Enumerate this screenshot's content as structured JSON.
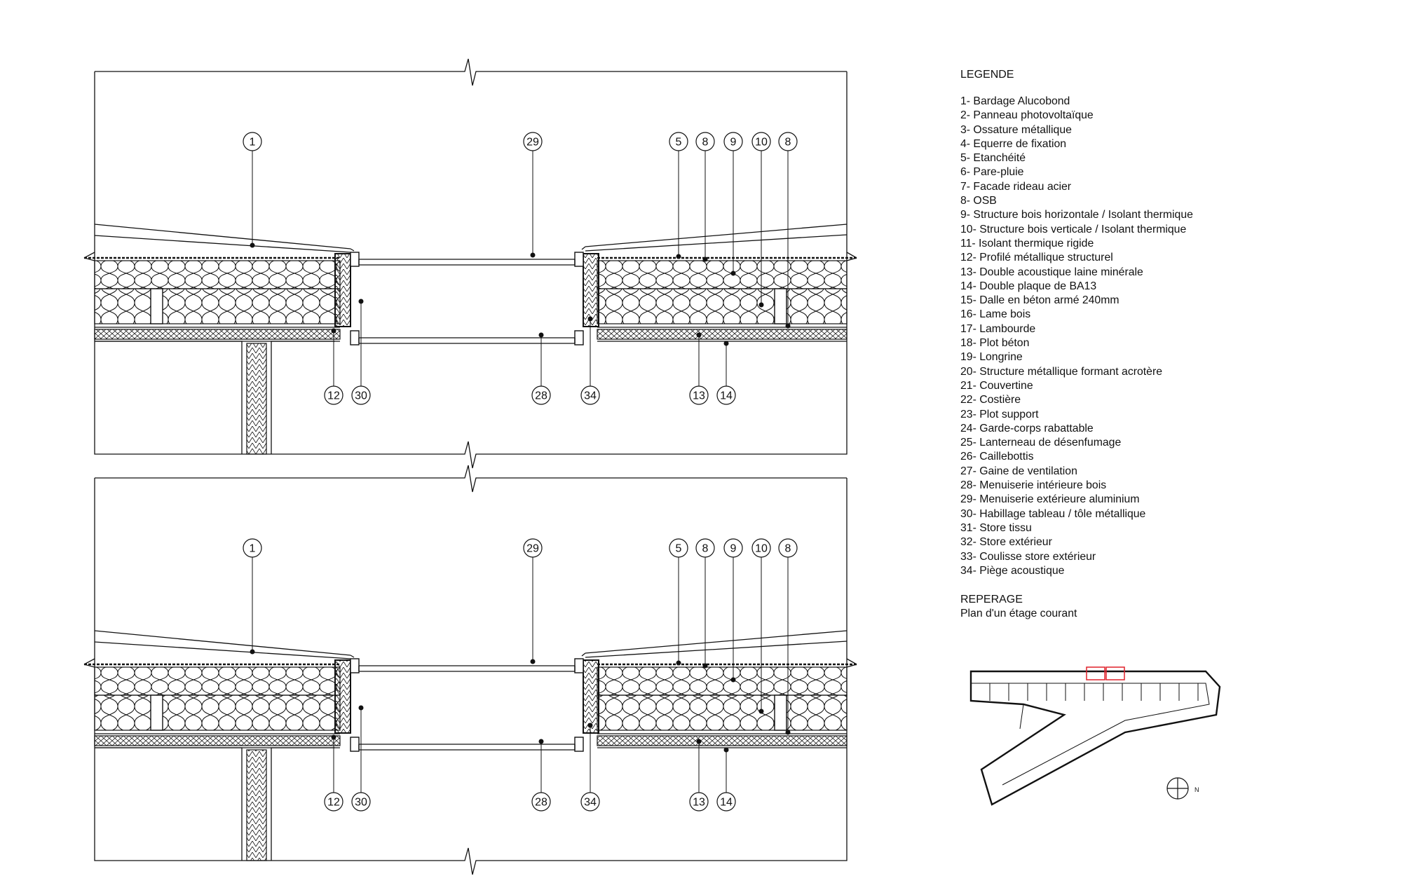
{
  "legend": {
    "title": "LEGENDE",
    "items": [
      "1- Bardage Alucobond",
      "2- Panneau photovoltaïque",
      "3- Ossature métallique",
      "4- Equerre de fixation",
      "5- Etanchéité",
      "6- Pare-pluie",
      "7- Facade rideau acier",
      "8- OSB",
      "9- Structure bois horizontale / Isolant thermique",
      "10- Structure bois verticale / Isolant thermique",
      "11- Isolant thermique rigide",
      "12- Profilé métallique structurel",
      "13- Double acoustique laine minérale",
      "14- Double plaque de BA13",
      "15- Dalle en béton armé 240mm",
      "16- Lame bois",
      "17- Lambourde",
      "18- Plot béton",
      "19- Longrine",
      "20- Structure métallique formant acrotère",
      "21- Couvertine",
      "22- Costière",
      "23- Plot support",
      "24- Garde-corps rabattable",
      "25- Lanterneau de désenfumage",
      "26- Caillebottis",
      "27- Gaine de ventilation",
      "28- Menuiserie intérieure bois",
      "29- Menuiserie extérieure aluminium",
      "30- Habillage tableau / tôle métallique",
      "31- Store tissu",
      "32- Store extérieur",
      "33- Coulisse store extérieur",
      "34- Piège acoustique"
    ]
  },
  "reperage": {
    "title": "REPERAGE",
    "subtitle": "Plan d'un étage courant",
    "north_label": "N"
  },
  "details": [
    {
      "name": "detail-top",
      "top_labels": [
        "1",
        "29",
        "5",
        "8",
        "9",
        "10",
        "8"
      ],
      "bottom_labels": [
        "12",
        "30",
        "28",
        "34",
        "13",
        "14"
      ]
    },
    {
      "name": "detail-bottom",
      "top_labels": [
        "1",
        "29",
        "5",
        "8",
        "9",
        "10",
        "8"
      ],
      "bottom_labels": [
        "12",
        "30",
        "28",
        "34",
        "13",
        "14"
      ]
    }
  ],
  "colors": {
    "line": "#111111",
    "highlight": "#e0202a"
  }
}
